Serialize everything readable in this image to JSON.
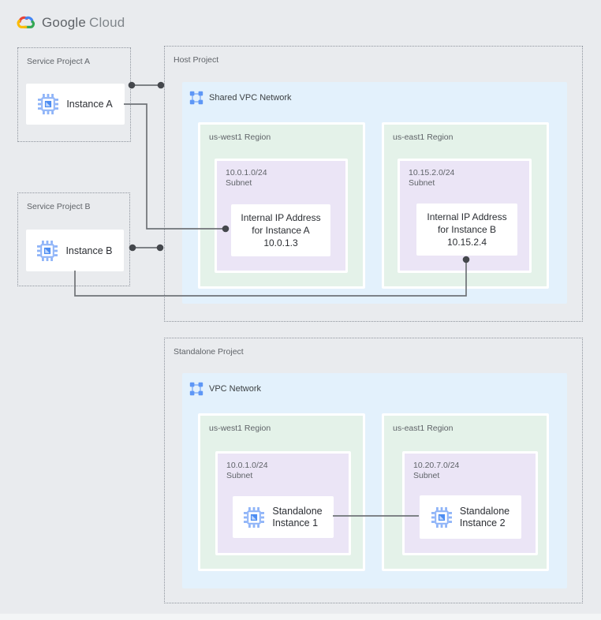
{
  "logo": {
    "google": "Google",
    "cloud": "Cloud"
  },
  "colors": {
    "background": "#e9ebee",
    "vpc_blue": "#e3f1fc",
    "region_green": "#e4f2e9",
    "subnet_purple": "#ebe5f6",
    "card_white": "#ffffff",
    "dashed_border": "#8d939c",
    "connector": "#6f7377",
    "connector_dot": "#44474c",
    "icon_blue": "#4d8df2",
    "icon_light_blue": "#8fb4f8",
    "label_gray": "#5f6368"
  },
  "service_a": {
    "label": "Service Project A",
    "instance": "Instance A"
  },
  "service_b": {
    "label": "Service Project B",
    "instance": "Instance B"
  },
  "host": {
    "label": "Host Project",
    "network_label": "Shared VPC Network",
    "regions": [
      {
        "label": "us-west1 Region",
        "subnet_cidr": "10.0.1.0/24",
        "subnet_word": "Subnet",
        "card": {
          "line1": "Internal IP Address",
          "line2": "for Instance A",
          "line3": "10.0.1.3"
        }
      },
      {
        "label": "us-east1 Region",
        "subnet_cidr": "10.15.2.0/24",
        "subnet_word": "Subnet",
        "card": {
          "line1": "Internal IP Address",
          "line2": "for Instance B",
          "line3": "10.15.2.4"
        }
      }
    ]
  },
  "standalone": {
    "label": "Standalone Project",
    "network_label": "VPC Network",
    "regions": [
      {
        "label": "us-west1 Region",
        "subnet_cidr": "10.0.1.0/24",
        "subnet_word": "Subnet",
        "card": {
          "line1": "Standalone",
          "line2": "Instance 1"
        }
      },
      {
        "label": "us-east1 Region",
        "subnet_cidr": "10.20.7.0/24",
        "subnet_word": "Subnet",
        "card": {
          "line1": "Standalone",
          "line2": "Instance 2"
        }
      }
    ]
  }
}
